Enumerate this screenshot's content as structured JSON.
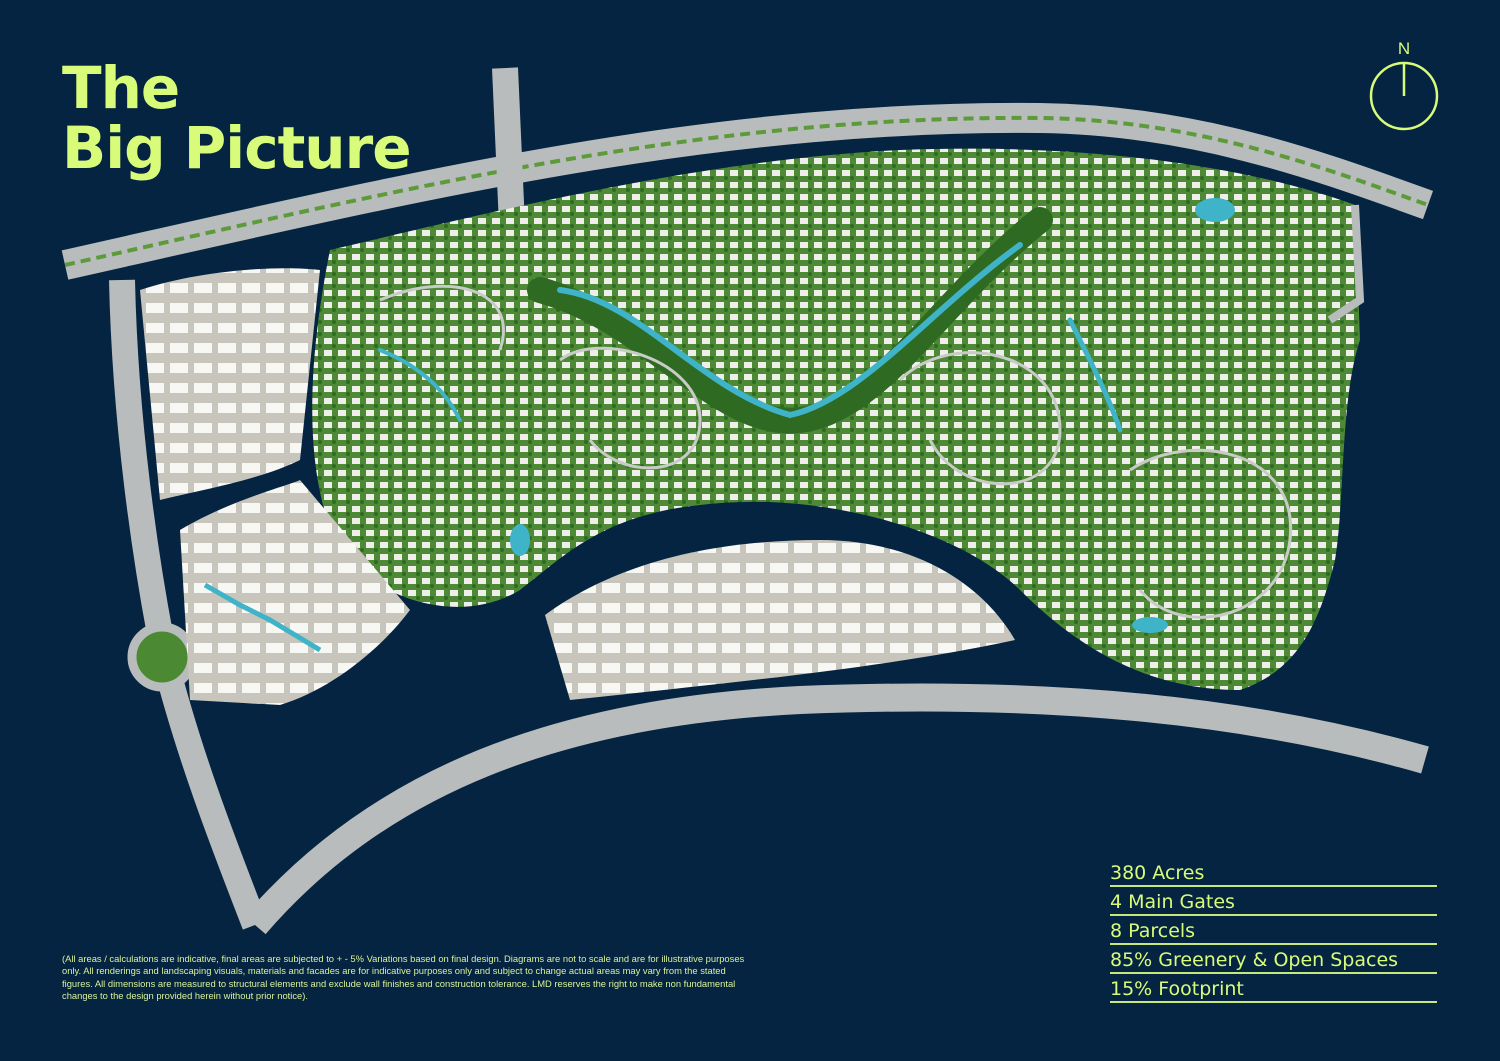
{
  "title": {
    "line1": "The",
    "line2": "Big Picture"
  },
  "compass": {
    "label": "N",
    "color": "#d9fb7a"
  },
  "colors": {
    "background": "#042441",
    "accent": "#d9fb7a",
    "road": "#b8bcbc",
    "greenery": "#3f7a2c",
    "water": "#3fb4c9",
    "buildings": "#f2f2ee"
  },
  "stats": [
    "380 Acres",
    "4 Main Gates",
    "8 Parcels",
    "85% Greenery & Open Spaces",
    "15% Footprint"
  ],
  "disclaimer": "(All areas / calculations are indicative, final areas are subjected to + - 5% Variations based on final design. Diagrams are not to scale and are for illustrative purposes only. All renderings and landscaping visuals, materials and facades are for indicative purposes only and subject to change actual areas may vary from the stated figures. All dimensions are measured to structural elements and exclude wall finishes and construction tolerance. LMD reserves the right to make non fundamental changes to the design provided herein without prior notice)."
}
